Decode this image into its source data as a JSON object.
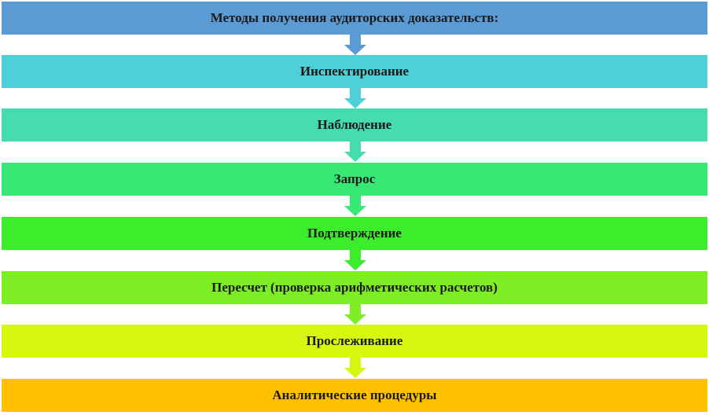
{
  "diagram": {
    "steps": [
      {
        "label": "Методы получения аудиторских доказательств:",
        "color": "#5b9bd5"
      },
      {
        "label": "Инспектирование",
        "color": "#4fcfd8"
      },
      {
        "label": "Наблюдение",
        "color": "#45ddb0"
      },
      {
        "label": "Запрос",
        "color": "#38e875"
      },
      {
        "label": "Подтверждение",
        "color": "#3ced2c"
      },
      {
        "label": "Пересчет (проверка арифметических расчетов)",
        "color": "#7ded24"
      },
      {
        "label": "Прослеживание",
        "color": "#d6f70f"
      },
      {
        "label": "Аналитические процедуры",
        "color": "#ffc000"
      }
    ]
  }
}
